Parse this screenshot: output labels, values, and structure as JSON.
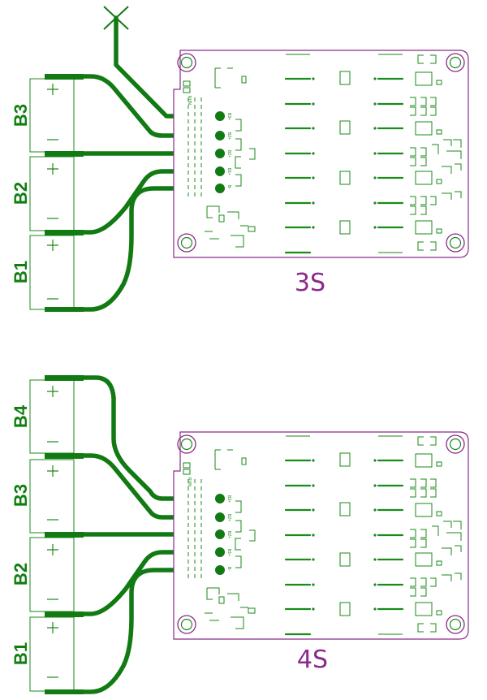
{
  "configs": [
    {
      "caption": "3S",
      "cells": [
        "B3",
        "B2",
        "B1"
      ]
    },
    {
      "caption": "4S",
      "cells": [
        "B4",
        "B3",
        "B2",
        "B1"
      ]
    }
  ],
  "pad_labels": [
    "B3+",
    "B2+",
    "B2+",
    "B1+",
    "B-"
  ],
  "run_label": "RUN",
  "colors": {
    "copper": "#127a12",
    "silkscreen": "#1a8a1a",
    "outline": "#8a2a8a"
  }
}
